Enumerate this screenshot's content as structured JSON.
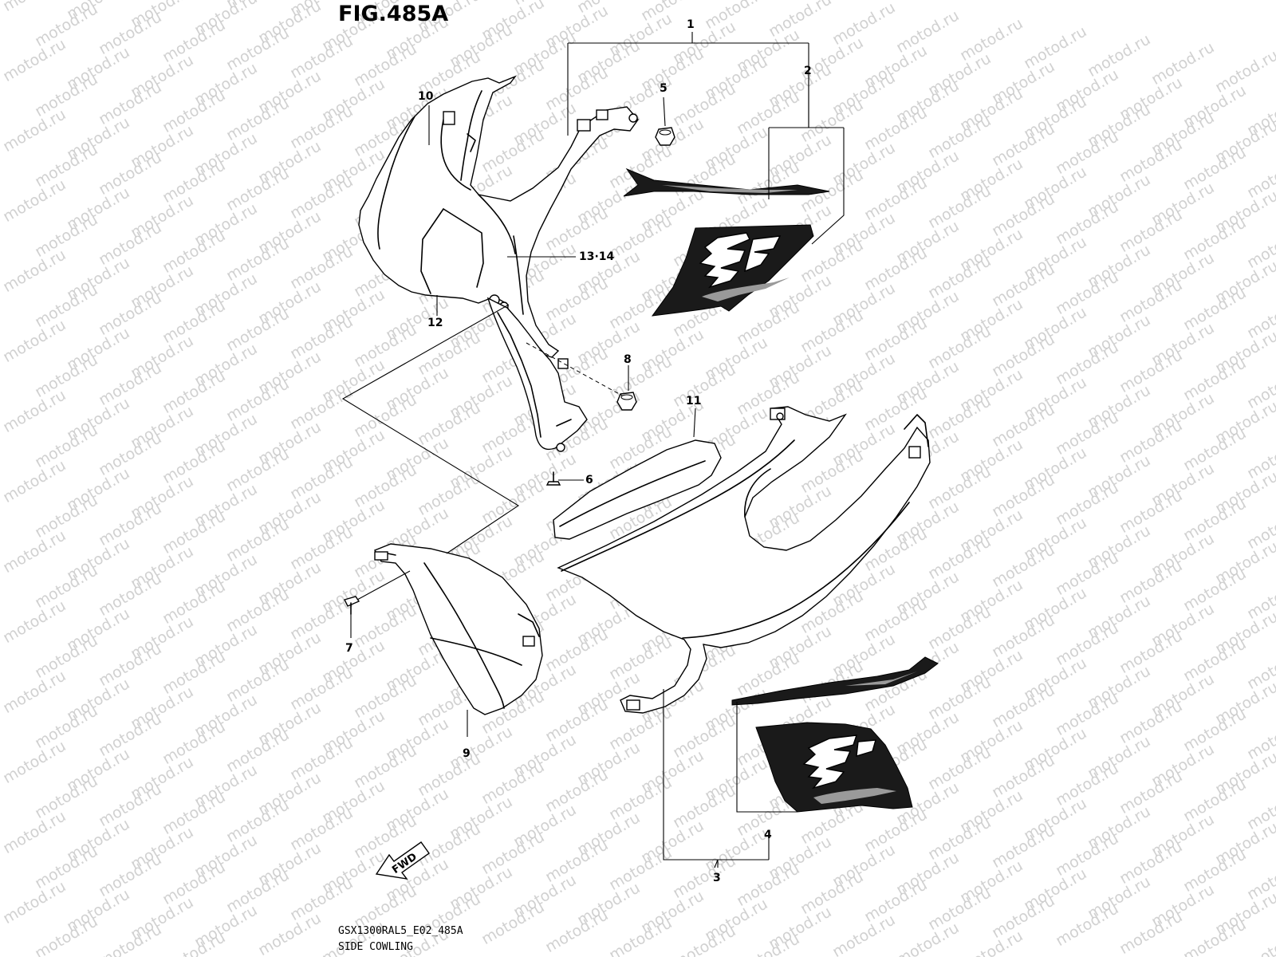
{
  "figure": {
    "title": "FIG.485A",
    "watermark": "motod.ru",
    "model_code": "GSX1300RAL5_E02_485A",
    "section_name": "SIDE COWLING"
  },
  "callouts": {
    "c1": "1",
    "c2": "2",
    "c3": "3",
    "c4": "4",
    "c5": "5",
    "c6": "6",
    "c7": "7",
    "c8": "8",
    "c9": "9",
    "c10": "10",
    "c11": "11",
    "c12": "12",
    "c13_14": "13·14"
  },
  "fwd_arrow_label": "FWD",
  "colors": {
    "line": "#000000",
    "watermark": "#c9c9c9",
    "background": "#ffffff"
  }
}
